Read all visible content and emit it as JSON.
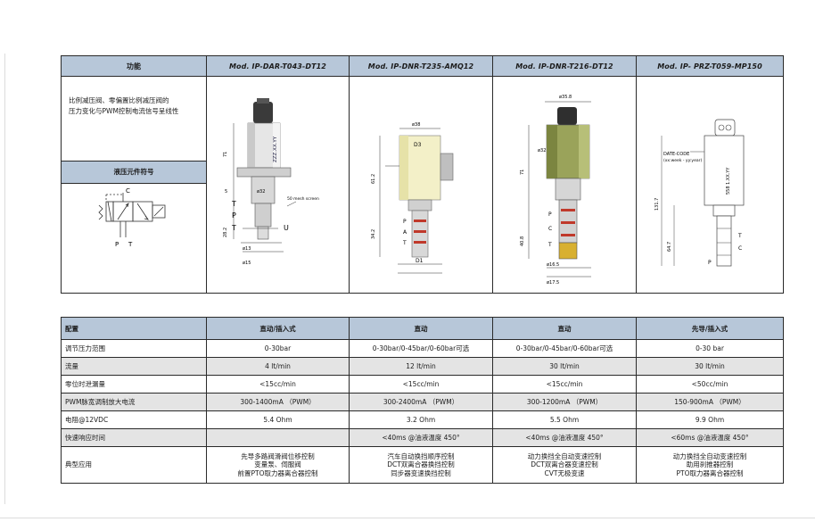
{
  "top_table": {
    "headers": {
      "function": "功能",
      "models": [
        "Mod. IP-DAR-T043-DT12",
        "Mod. IP-DNR-T235-AMQ12",
        "Mod. IP-DNR-T216-DT12",
        "Mod. IP- PRZ-T059-MP150"
      ]
    },
    "function_text_line1": "比例减压阀、零偏置比例减压阀的",
    "function_text_line2": "压力变化与PWM控制电流信号呈线性",
    "symbol_header": "液压元件符号",
    "symbol_labels": {
      "c": "C",
      "p": "P",
      "t": "T"
    },
    "drawing1": {
      "height": "71",
      "side": "5",
      "d1": "ø32",
      "h2": "28.2",
      "d2": "ø13",
      "d3": "ø15",
      "mesh": "50 mesh screen",
      "u": "U",
      "code": "ZZZ.XX.YY",
      "ports": [
        "T",
        "P",
        "T"
      ]
    },
    "drawing2": {
      "top": "ø38",
      "d3": "D3",
      "h": "61.2",
      "h2": "34.2",
      "d1": "D1",
      "ports": [
        "P",
        "A",
        "T"
      ]
    },
    "drawing3": {
      "top": "ø35.8",
      "h": "71",
      "h2": "40.8",
      "d1": "ø32",
      "ports": [
        "P",
        "C",
        "T"
      ],
      "d2": "ø16.5",
      "d3": "ø17.5"
    },
    "drawing4": {
      "date": "DATE-CODE",
      "date2": "(xx:week - yy:year)",
      "code": "558 1.XX.YY",
      "h": "131.7",
      "h2": "64.7",
      "ports": [
        "T",
        "C",
        "P"
      ]
    }
  },
  "spec_table": {
    "header": [
      "配置",
      "直动/插入式",
      "直动",
      "直动",
      "先导/插入式"
    ],
    "rows": [
      {
        "label": "调节压力范围",
        "values": [
          "0-30bar",
          "0-30bar/0-45bar/0-60bar可选",
          "0-30bar/0-45bar/0-60bar可选",
          "0-30 bar"
        ]
      },
      {
        "label": "流量",
        "values": [
          "4 lt/min",
          "12 lt/min",
          "30 lt/min",
          "30 lt/min"
        ]
      },
      {
        "label": "零位时泄漏量",
        "values": [
          "<15cc/min",
          "<15cc/min",
          "<15cc/min",
          "<50cc/min"
        ]
      },
      {
        "label": "PWM脉宽调制放大电流",
        "values": [
          "300-1400mA （PWM）",
          "300-2400mA （PWM）",
          "300-1200mA （PWM）",
          "150-900mA （PWM）"
        ]
      },
      {
        "label": "电阻@12VDC",
        "values": [
          "5.4 Ohm",
          "3.2 Ohm",
          "5.5 Ohm",
          "9.9 Ohm"
        ]
      },
      {
        "label": "快速响应时间",
        "values": [
          "",
          "<40ms @油液温度 450°",
          "<40ms @油液温度 450°",
          "<60ms @油液温度 450°"
        ]
      }
    ],
    "apps_label": "典型应用",
    "apps": [
      [
        "先导多路阀滑阀位移控制",
        "变量泵、伺服阀",
        "前置PTO取力器离合器控制"
      ],
      [
        "汽车自动换挡顺序控制",
        "DCT双离合器换挡控制",
        "同步器变速换挡控制"
      ],
      [
        "动力换挡全自动变速控制",
        "DCT双离合器变速控制",
        "CVT无极变速"
      ],
      [
        "动力换挡全自动变速控制",
        "助用刹推器控制",
        "PTO取力器离合器控制"
      ]
    ]
  }
}
